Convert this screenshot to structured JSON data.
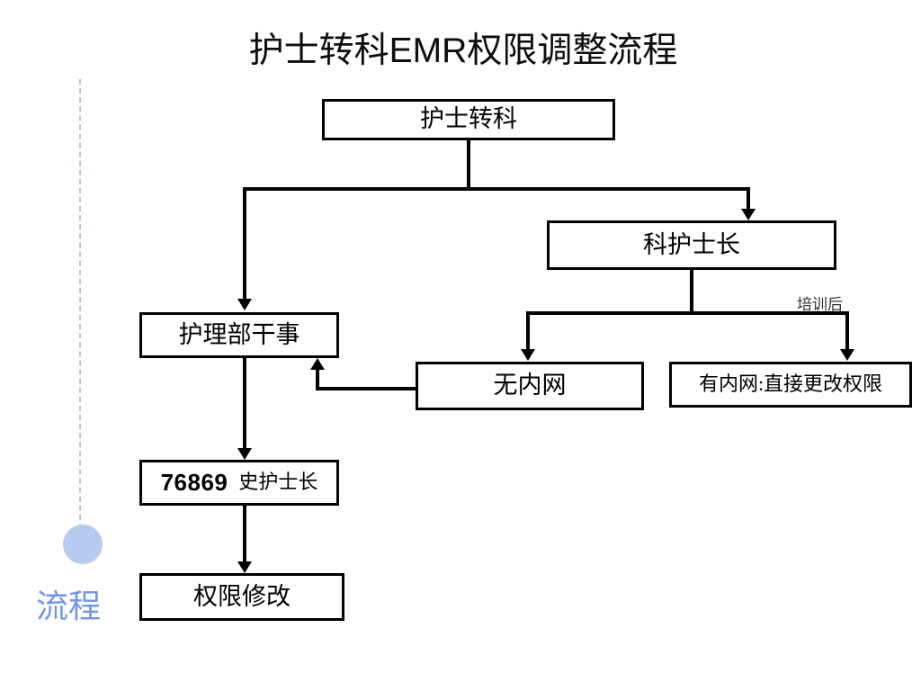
{
  "slide": {
    "title": "护士转科EMR权限调整流程",
    "background_color": "#ffffff",
    "line_color": "#000000",
    "accent_color": "#6f96ec",
    "dot_color": "#b5cbf0",
    "dash_color": "#aec6e8"
  },
  "nodes": {
    "start": {
      "label": "护士转科"
    },
    "head_nurse": {
      "label": "科护士长"
    },
    "nursing_dept": {
      "label": "护理部干事"
    },
    "no_intranet": {
      "label": "无内网"
    },
    "has_intranet": {
      "label": "有内网:直接更改权限"
    },
    "contact": {
      "number": "76869",
      "name": "史护士长"
    },
    "permission_change": {
      "label": "权限修改"
    }
  },
  "edges": {
    "after_training_label": "培训后"
  },
  "legend": {
    "label": "流程"
  }
}
